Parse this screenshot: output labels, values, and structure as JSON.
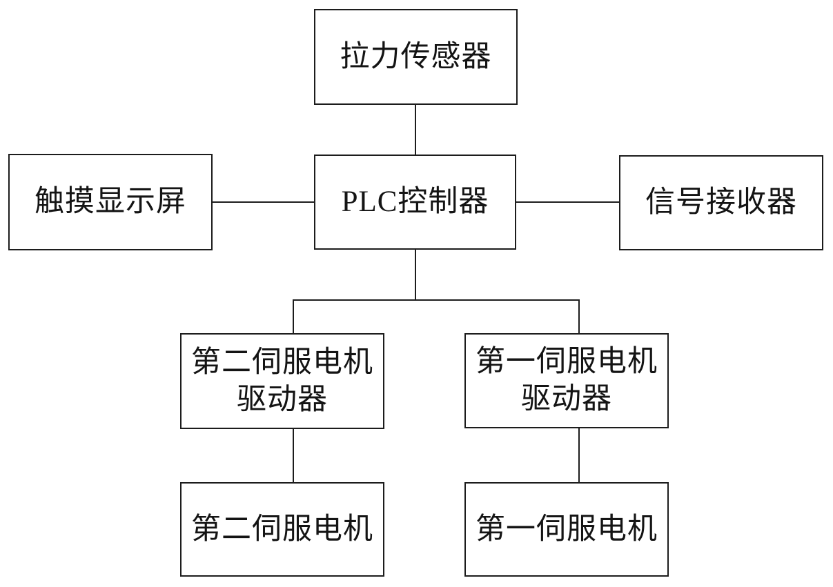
{
  "diagram": {
    "type": "block-diagram",
    "background_color": "#ffffff",
    "line_color": "#1c1c1c",
    "text_color": "#141414",
    "nodes": {
      "tension_sensor": {
        "lines": [
          "拉力传感器"
        ]
      },
      "touch_display": {
        "lines": [
          "触摸显示屏"
        ]
      },
      "plc_controller": {
        "lines": [
          "PLC控制器"
        ]
      },
      "signal_receiver": {
        "lines": [
          "信号接收器"
        ]
      },
      "servo_driver_2": {
        "lines": [
          "第二伺服电机",
          "驱动器"
        ]
      },
      "servo_driver_1": {
        "lines": [
          "第一伺服电机",
          "驱动器"
        ]
      },
      "servo_motor_2": {
        "lines": [
          "第二伺服电机"
        ]
      },
      "servo_motor_1": {
        "lines": [
          "第一伺服电机"
        ]
      }
    },
    "connections": [
      {
        "from": "拉力传感器",
        "to": "PLC控制器"
      },
      {
        "from": "触摸显示屏",
        "to": "PLC控制器"
      },
      {
        "from": "PLC控制器",
        "to": "信号接收器"
      },
      {
        "from": "PLC控制器",
        "to": "第二伺服电机驱动器"
      },
      {
        "from": "PLC控制器",
        "to": "第一伺服电机驱动器"
      },
      {
        "from": "第二伺服电机驱动器",
        "to": "第二伺服电机"
      },
      {
        "from": "第一伺服电机驱动器",
        "to": "第一伺服电机"
      }
    ]
  }
}
